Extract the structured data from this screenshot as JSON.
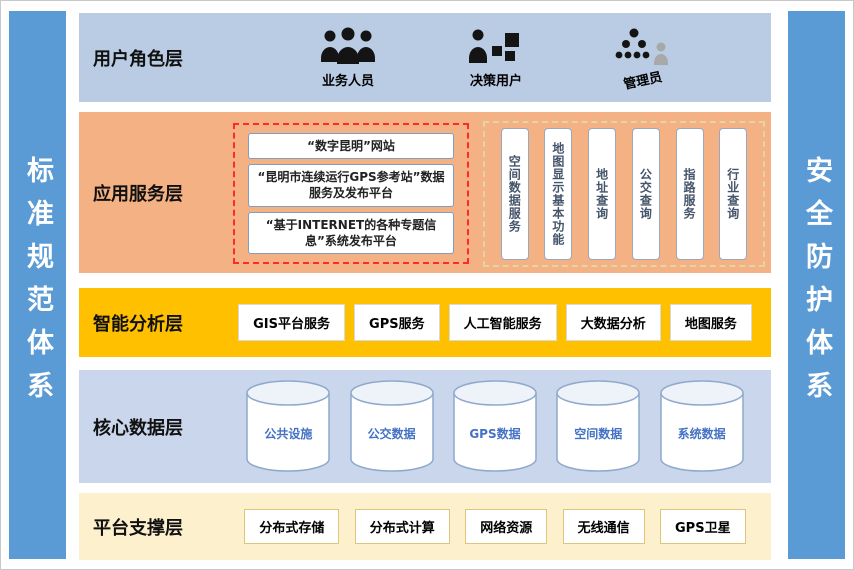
{
  "pillars": {
    "left": "标准规范体系",
    "right": "安全防护体系"
  },
  "layers": {
    "user_roles": {
      "label": "用户角色层",
      "roles": [
        {
          "name": "业务人员",
          "icon": "business-users-icon"
        },
        {
          "name": "决策用户",
          "icon": "decision-user-icon"
        },
        {
          "name": "管理员",
          "icon": "admin-icon"
        }
      ]
    },
    "app_services": {
      "label": "应用服务层",
      "portals": [
        "“数字昆明”网站",
        "“昆明市连续运行GPS参考站”数据服务及发布平台",
        "“基于INTERNET的各种专题信息”系统发布平台"
      ],
      "services": [
        "空间数据服务",
        "地图显示基本功能",
        "地址查询",
        "公交查询",
        "指路服务",
        "行业查询"
      ]
    },
    "analysis": {
      "label": "智能分析层",
      "items": [
        "GIS平台服务",
        "GPS服务",
        "人工智能服务",
        "大数据分析",
        "地图服务"
      ]
    },
    "core_data": {
      "label": "核心数据层",
      "items": [
        "公共设施",
        "公交数据",
        "GPS数据",
        "空间数据",
        "系统数据"
      ]
    },
    "platform": {
      "label": "平台支撑层",
      "items": [
        "分布式存储",
        "分布式计算",
        "网络资源",
        "无线通信",
        "GPS卫星"
      ]
    }
  },
  "colors": {
    "pillar_blue": "#5b9bd5",
    "user_layer": "#b9cce4",
    "app_layer": "#f4b183",
    "analysis_layer": "#ffc000",
    "data_layer": "#c9d6eb",
    "platform_layer": "#fcf0cd",
    "dashed_red": "#ff2a2a",
    "db_text": "#4472c4"
  }
}
